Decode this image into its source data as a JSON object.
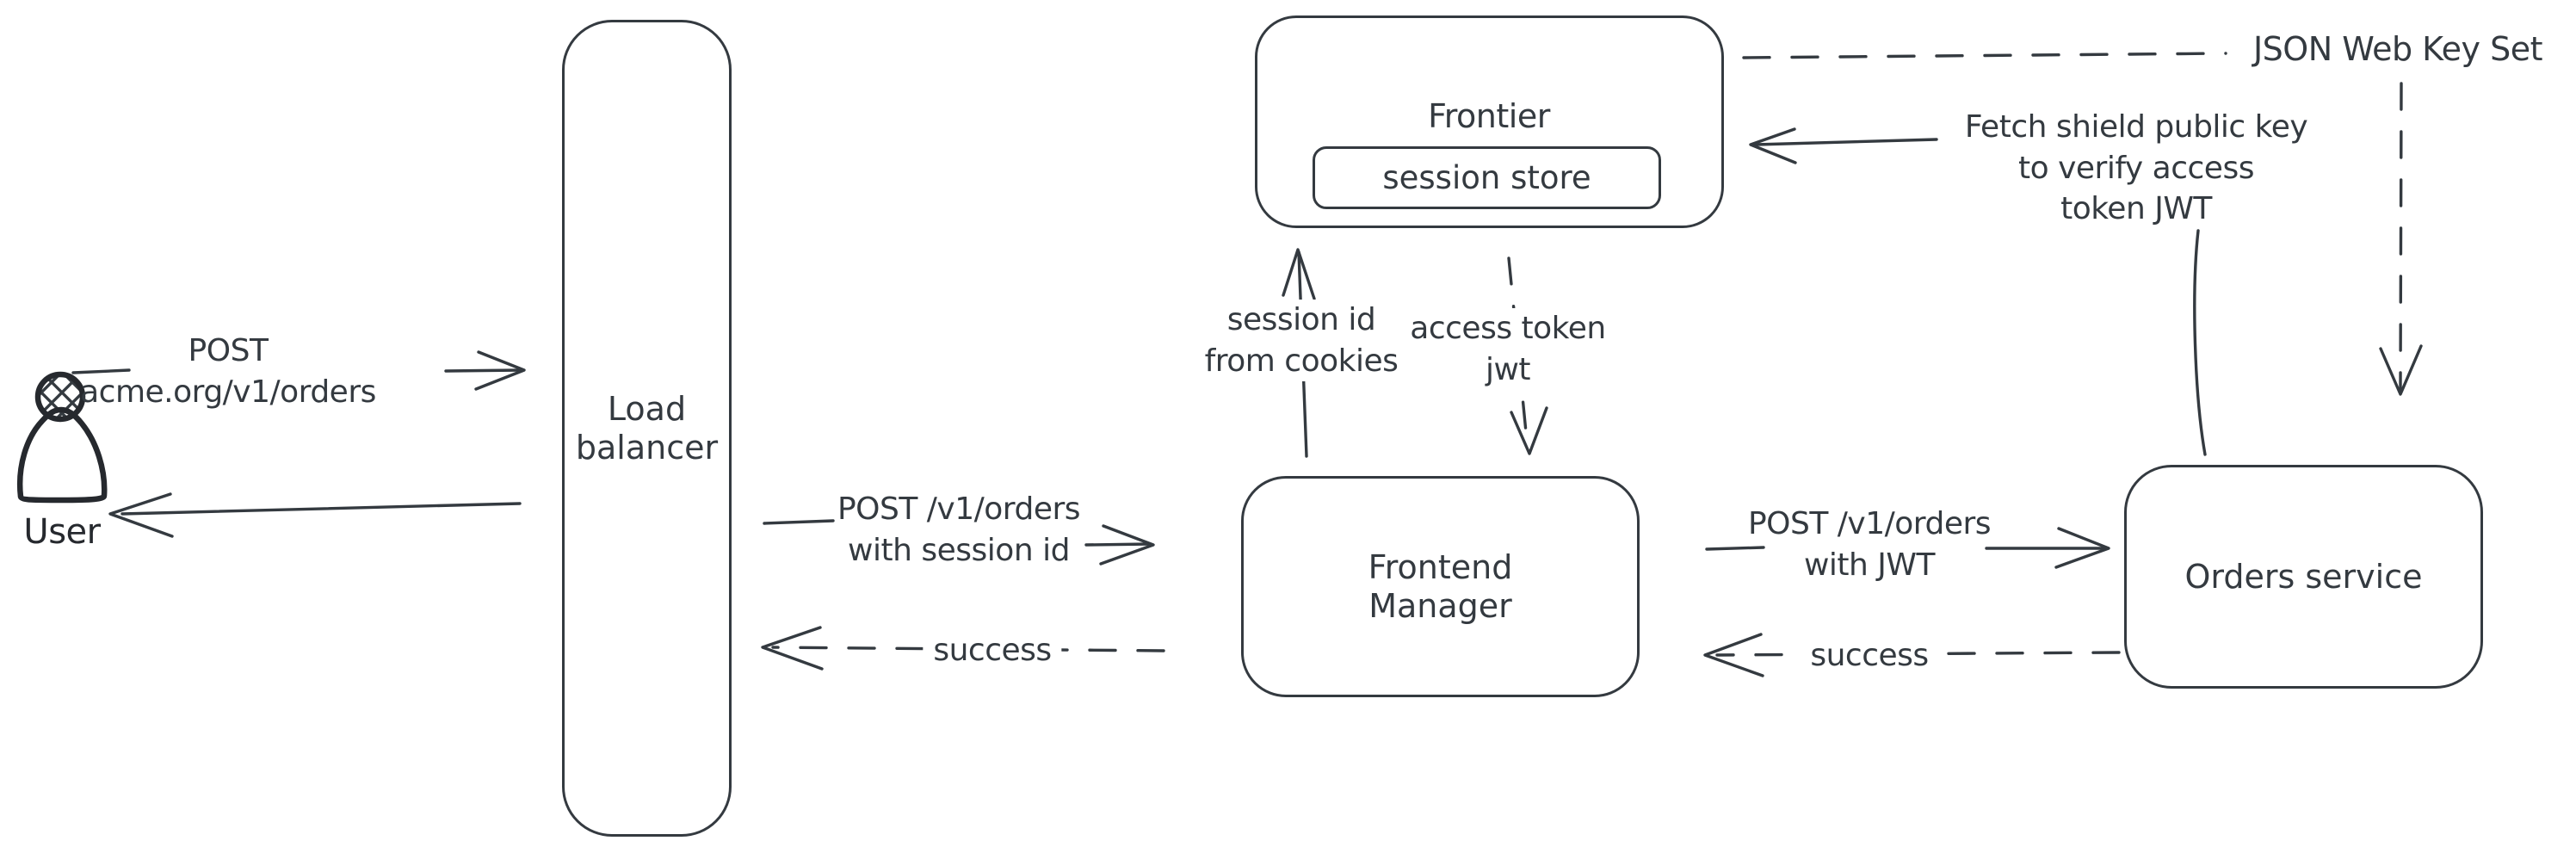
{
  "canvas": {
    "type": "hand-drawn architecture diagram",
    "colors": {
      "background": "#ffffff",
      "stroke": "#343a40",
      "user_figure_stroke": "#26292e",
      "user_figure_hatch_fill": "#cbd5df"
    }
  },
  "nodes": {
    "user": {
      "label": "User",
      "type": "actor"
    },
    "load_balancer": {
      "label": "Load\nbalancer",
      "type": "box"
    },
    "frontier": {
      "label": "Frontier",
      "type": "box"
    },
    "session_store": {
      "label": "session store",
      "type": "box-nested-in-frontier"
    },
    "frontend_manager": {
      "label": "Frontend\nManager",
      "type": "box"
    },
    "orders_service": {
      "label": "Orders service",
      "type": "box"
    }
  },
  "edges": {
    "request_user_to_load_balancer": {
      "label": "POST\nacme.org/v1/orders",
      "style": "solid",
      "arrow": "right"
    },
    "response_load_balancer_to_user": {
      "label": "",
      "style": "solid",
      "arrow": "left"
    },
    "request_load_balancer_to_frontend_manager": {
      "label": "POST /v1/orders\nwith session id",
      "style": "solid",
      "arrow": "right"
    },
    "response_frontend_manager_to_load_balancer": {
      "label": "success",
      "style": "dashed",
      "arrow": "left"
    },
    "frontend_manager_to_session_store": {
      "label": "session id\nfrom cookies",
      "style": "solid",
      "arrow": "up"
    },
    "session_store_to_frontend_manager": {
      "label": "access token\njwt",
      "style": "dashed",
      "arrow": "down"
    },
    "request_frontend_manager_to_orders_service": {
      "label": "POST /v1/orders\nwith JWT",
      "style": "solid",
      "arrow": "right"
    },
    "response_orders_service_to_frontend_manager": {
      "label": "success",
      "style": "dashed",
      "arrow": "left"
    },
    "orders_service_to_frontier": {
      "label": "Fetch shield public key\nto verify access\ntoken JWT",
      "style": "solid",
      "arrow": "left"
    },
    "jwks_flow_horizontal": {
      "label": "JSON Web Key Set",
      "style": "dashed",
      "arrow": "none"
    },
    "jwks_flow_down_to_orders_service": {
      "label": "",
      "style": "dashed",
      "arrow": "down"
    }
  }
}
